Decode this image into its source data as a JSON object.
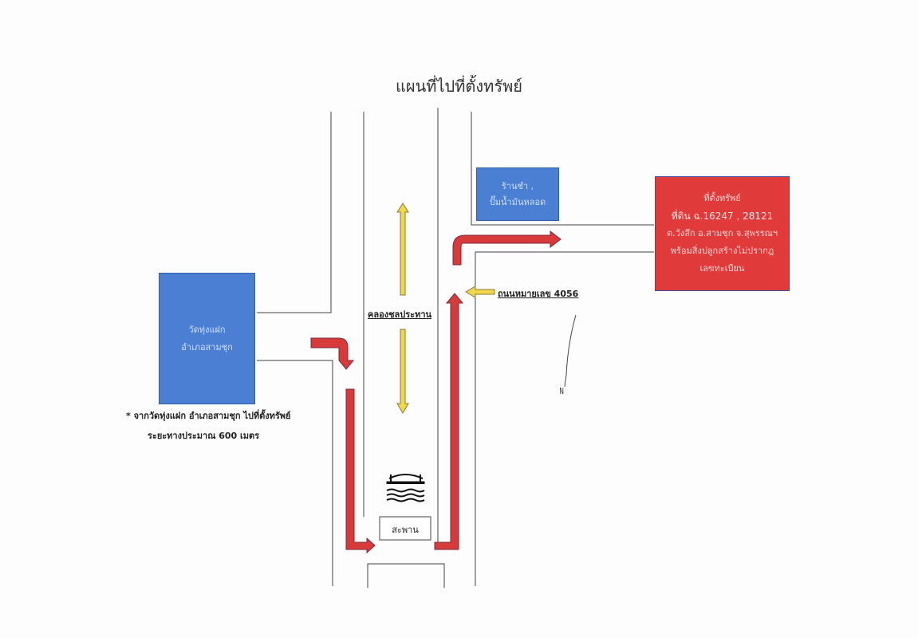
{
  "title": "แผนที่ไปที่ตั้งทรัพย์",
  "temple": {
    "line1": "วัดทุ่งแฝก",
    "line2": "อำเภอสามชุก"
  },
  "shop": {
    "line1": "ร้านชำ ,",
    "line2": "ปั๊มน้ำมันหลอด"
  },
  "property": {
    "line1": "ที่ตั้งทรัพย์",
    "line2": "ที่ดิน ฉ.16247 , 28121",
    "line3": "ต.วังลึก อ.สามชุก จ.สุพรรณฯ",
    "line4": "พร้อมสิ่งปลูกสร้างไม่ปรากฎ",
    "line5": "เลขทะเบียน"
  },
  "canal_label": "คลองชลประทาน",
  "road_label": "ถนนหมายเลข 4056",
  "bridge_label": "สะพาน",
  "note": {
    "line1": "* จากวัดทุ่งแฝก อำเภอสามชุก ไปที่ตั้งทรัพย์",
    "line2": "ระยะทางประมาณ 600 เมตร"
  },
  "north_label": "N",
  "colors": {
    "route": "#d83a3a",
    "flow": "#f0d84a",
    "blue": "#4a7fd4",
    "red": "#e03a3a"
  }
}
